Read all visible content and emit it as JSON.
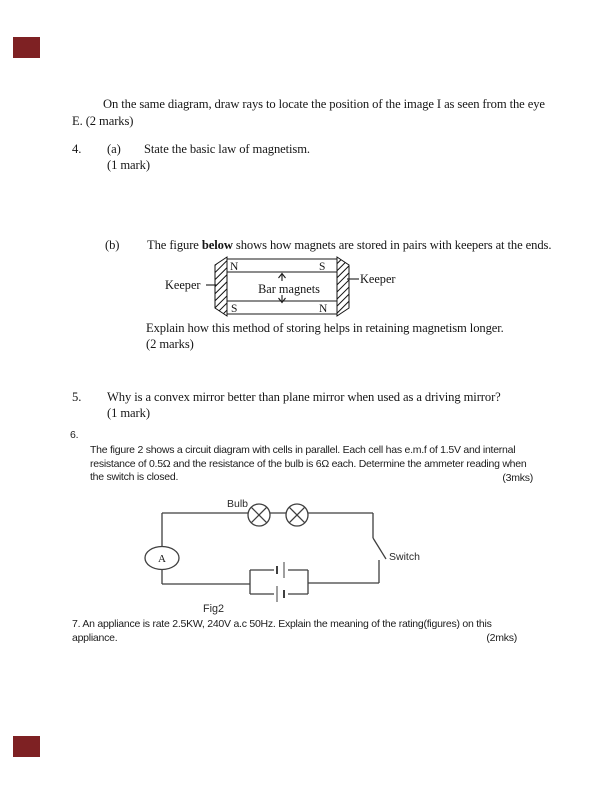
{
  "corner_marks": {
    "color": "#7e2123"
  },
  "intro": {
    "line1": "On the same diagram, draw rays to locate the position of the image I as seen from the eye",
    "line2": "E. (2 marks)"
  },
  "q4": {
    "number": "4.",
    "a_label": "(a)",
    "a_text": "State the basic law of magnetism.",
    "a_marks": "(1 mark)",
    "b_label": "(b)",
    "b_text_pre": "The figure ",
    "b_text_bold": "below",
    "b_text_post": " shows how magnets are stored in pairs with keepers at the ends.",
    "b_explain": "Explain how this method of storing helps in retaining magnetism longer.",
    "b_marks": "(2 marks)"
  },
  "magnet_figure": {
    "keeper_left_label": "Keeper",
    "keeper_right_label": "Keeper",
    "top_bar_left_pole": "N",
    "top_bar_right_pole": "S",
    "bottom_bar_left_pole": "S",
    "bottom_bar_right_pole": "N",
    "center_label": "Bar magnets"
  },
  "q5": {
    "number": "5.",
    "text": "Why is a convex mirror better than plane mirror when used as a driving mirror?",
    "marks": "(1 mark)"
  },
  "q6": {
    "number": "6.",
    "line1": "The figure 2 shows a circuit diagram with cells in parallel. Each cell has e.m.f of 1.5V and internal",
    "line2": "resistance of 0.5Ω and the resistance of the bulb is 6Ω each. Determine the ammeter reading when",
    "line3": "the switch is closed.",
    "marks": "(3mks)"
  },
  "circuit_figure": {
    "bulb_label": "Bulb",
    "ammeter_label": "A",
    "switch_label": "Switch",
    "caption": "Fig2"
  },
  "q7": {
    "line1": "7. An appliance is rate 2.5KW, 240V a.c 50Hz. Explain the meaning of the rating(figures) on this",
    "line2": "appliance.",
    "marks": "(2mks)"
  }
}
